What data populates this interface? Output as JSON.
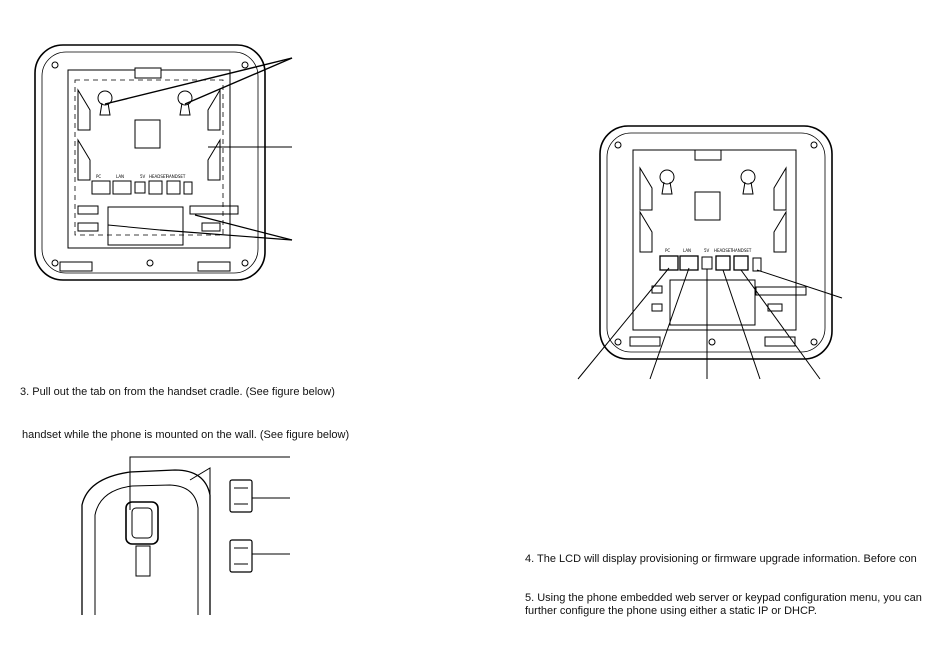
{
  "instructions": {
    "step3": "3. Pull out the tab on from the handset cradle. (See figure below)",
    "wall_mount_note": "handset while the phone is mounted on the wall. (See figure below)",
    "step4": "4. The LCD will display provisioning or firmware upgrade information. Before con",
    "step5_line1": "5. Using the phone embedded web server or keypad configuration menu, you can",
    "step5_line2": "further configure the phone using either a static IP or DHCP."
  },
  "port_labels": {
    "pc": "PC",
    "lan": "LAN",
    "dc": "5V",
    "headset": "HEADSET",
    "handset": "HANDSET"
  }
}
